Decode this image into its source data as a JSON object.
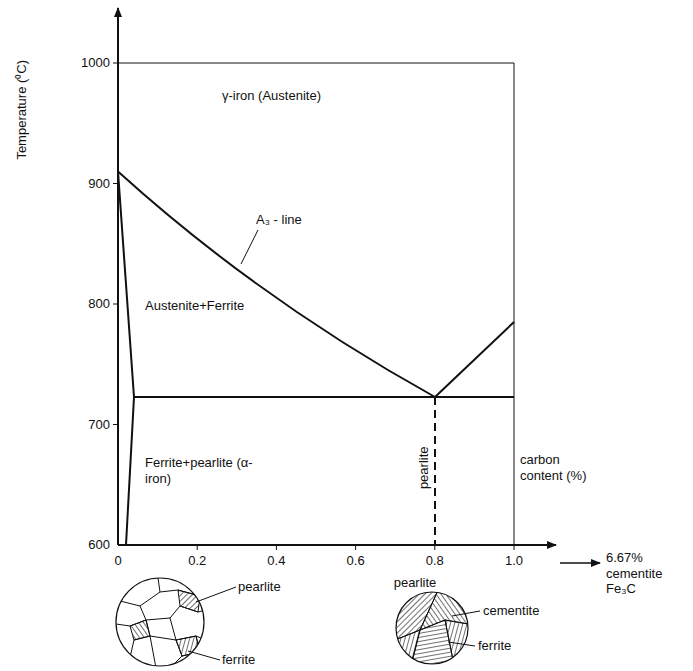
{
  "diagram": {
    "labels": [
      "Temperature (⁰C)",
      "1000",
      "900",
      "800",
      "700",
      "600",
      "γ-iron (Austenite)",
      "A₃ - line",
      "Austenite+Ferrite",
      "Ferrite+pearlite (α-iron)",
      "pearlite",
      "carbon content (%)",
      "0",
      "0.2",
      "0.4",
      "0.6",
      "0.8",
      "1.0",
      "6.67% cementite Fe₃C",
      "pearlite",
      "ferrite",
      "pearlite",
      "cementite",
      "ferrite"
    ]
  }
}
